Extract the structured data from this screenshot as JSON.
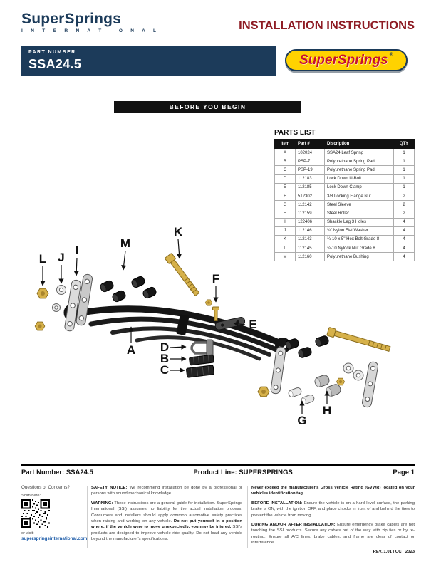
{
  "colors": {
    "navy": "#1c3b5a",
    "maroon": "#8e1c24",
    "badge_yellow": "#ffd200",
    "badge_red": "#c8102e",
    "link_blue": "#1c5ba8"
  },
  "header": {
    "brand": "SuperSprings",
    "brand_sub": "I N T E R N A T I O N A L",
    "title": "INSTALLATION INSTRUCTIONS"
  },
  "part_banner": {
    "label": "PART NUMBER",
    "part_number": "SSA24.5",
    "badge": "SuperSprings",
    "badge_reg": "®"
  },
  "section_banner": "BEFORE YOU BEGIN",
  "parts_list": {
    "title": "PARTS LIST",
    "headers": [
      "Item",
      "Part #",
      "Discription",
      "QTY"
    ],
    "rows": [
      [
        "A",
        "102024",
        "SSA24 Leaf Spring",
        "1"
      ],
      [
        "B",
        "PSP-7",
        "Polyurethane Spring Pad",
        "1"
      ],
      [
        "C",
        "PSP-19",
        "Polyurethane Spring Pad",
        "1"
      ],
      [
        "D",
        "112183",
        "Lock Down U-Bolt",
        "1"
      ],
      [
        "E",
        "112185",
        "Lock Down Clamp",
        "1"
      ],
      [
        "F",
        "512302",
        "3/8 Locking Flange Nut",
        "2"
      ],
      [
        "G",
        "112142",
        "Steel Sleeve",
        "2"
      ],
      [
        "H",
        "112159",
        "Steel Roller",
        "2"
      ],
      [
        "I",
        "122406",
        "Shackle Leg 3 Holes",
        "4"
      ],
      [
        "J",
        "112146",
        "¾\" Nylon Flat Washer",
        "4"
      ],
      [
        "K",
        "112143",
        "¾-10 x 5\" Hex Bolt Grade 8",
        "4"
      ],
      [
        "L",
        "112145",
        "¾-10 Nylock Nut Grade 8",
        "4"
      ],
      [
        "M",
        "112160",
        "Polyurethane Bushing",
        "4"
      ]
    ]
  },
  "diagram": {
    "labels": {
      "A": "A",
      "B": "B",
      "C": "C",
      "D": "D",
      "E": "E",
      "F": "F",
      "G": "G",
      "H": "H",
      "I": "I",
      "J": "J",
      "K": "K",
      "L": "L",
      "M": "M"
    }
  },
  "footer": {
    "part_number": "Part Number: SSA24.5",
    "product_line": "Product Line: SUPERSPRINGS",
    "page": "Page 1"
  },
  "contact": {
    "questions": "Questions or Concerns?",
    "scan": "Scan here:",
    "visit": "or visit:",
    "website": "superspringsinternational.com"
  },
  "notices": {
    "safety_label": "SAFETY NOTICE:",
    "safety_text": " We recommend installation be done by a professional or persons with sound mechanical knowledge.",
    "warning_label": "WARNING:",
    "warning_text": " These instructions are a general guide for installation. SuperSprings International (SSI) assumes no liability for the actual installation process. Consumers and installers should apply common automotive safety practices when raising and working on any vehicle. ",
    "warning_bold": "Do not put yourself in a position where, if the vehicle were to move unexpectedly, you may be injured.",
    "warning_tail": " SSI's products are designed to improve vehicle ride quality. Do not load any vehicle beyond the manufacturer's specifications.",
    "gvwr": "Never exceed the manufacturer's Gross Vehicle Rating (GVWR) located on your vehicles identification tag.",
    "before_label": "BEFORE INSTALLATION:",
    "before_text": " Ensure the vehicle is on a hard level surface, the parking brake is ON, with the ignition OFF, and place chocks in front of and behind the tires to prevent the vehicle from moving.",
    "during_label": "DURING AND/OR AFTER INSTALLATION:",
    "during_text": " Ensure emergency brake cables are not touching the SSI products. Secure any cables out of the way with zip ties or by re-routing. Ensure all A/C lines, brake cables, and frame are clear of contact or interference.",
    "rev": "REV. 1.01 | OCT 2023"
  }
}
